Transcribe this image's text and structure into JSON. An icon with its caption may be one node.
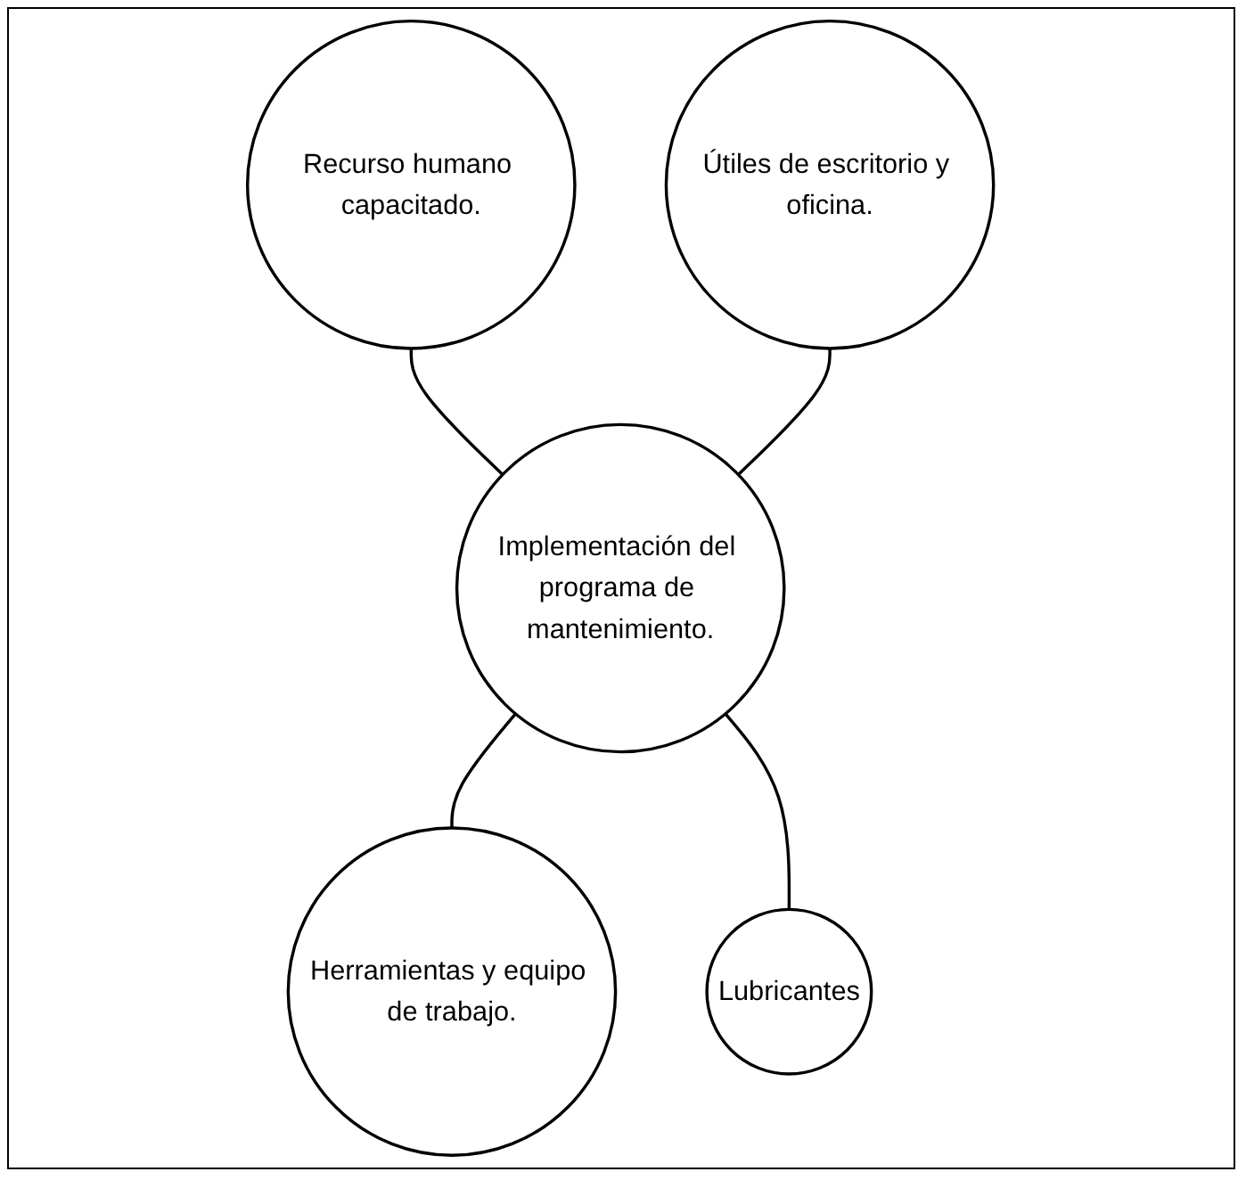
{
  "diagram": {
    "nodes": [
      {
        "text": [
          "Recurso humano capacitado."
        ]
      },
      {
        "text": [
          "Útiles de escritorio y oficina."
        ]
      },
      {
        "text": [
          "Implementación del programa de mantenimiento."
        ]
      },
      {
        "text": [
          "Herramientas y equipo de trabajo."
        ]
      },
      {
        "text": [
          "Lubricantes"
        ]
      }
    ],
    "edges": [
      {
        "from": 0,
        "to": 2,
        "arrow": "none"
      },
      {
        "from": 1,
        "to": 2,
        "arrow": "none"
      },
      {
        "from": 2,
        "to": 3,
        "arrow": "none"
      },
      {
        "from": 2,
        "to": 4,
        "arrow": "none"
      }
    ]
  }
}
